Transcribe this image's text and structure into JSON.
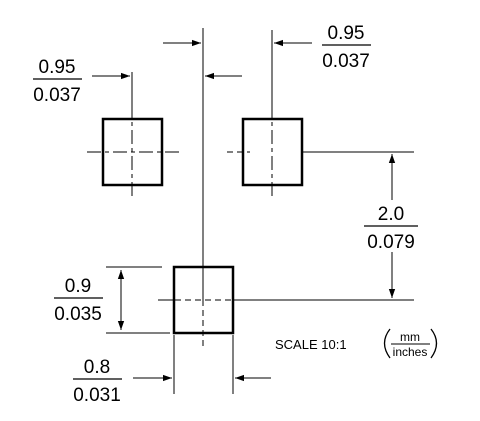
{
  "dimensions": {
    "pitch_top": {
      "mm": "0.95",
      "inches": "0.037"
    },
    "pitch_left": {
      "mm": "0.95",
      "inches": "0.037"
    },
    "vertical_spacing": {
      "mm": "2.0",
      "inches": "0.079"
    },
    "pad_height": {
      "mm": "0.9",
      "inches": "0.035"
    },
    "pad_width": {
      "mm": "0.8",
      "inches": "0.031"
    }
  },
  "scale_label": "SCALE 10:1",
  "units": {
    "top": "mm",
    "bottom": "inches"
  },
  "colors": {
    "ink": "#000000",
    "background": "#ffffff"
  }
}
